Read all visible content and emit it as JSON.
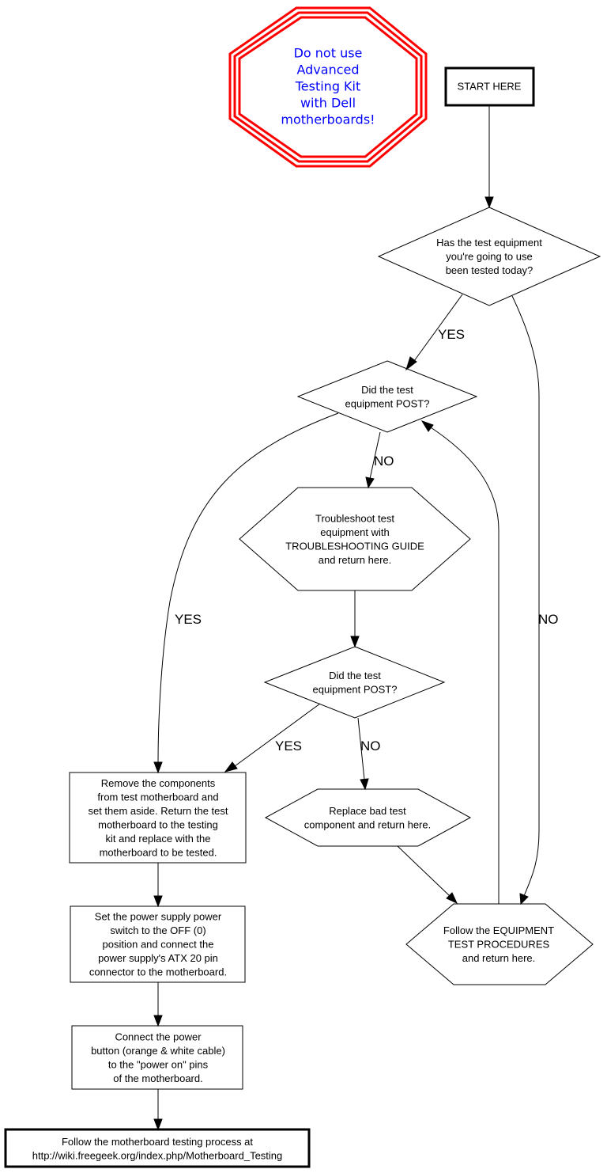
{
  "diagram": {
    "warning": {
      "lines": [
        "Do not use",
        "Advanced",
        "Testing Kit",
        "with Dell",
        "motherboards!"
      ],
      "text_color": "#0000ff",
      "border_color": "#ff0000"
    },
    "nodes": {
      "start": {
        "lines": [
          "START HERE"
        ]
      },
      "tested_today": {
        "lines": [
          "Has the test equipment",
          "you're going to use",
          "been tested today?"
        ]
      },
      "post1": {
        "lines": [
          "Did the test",
          "equipment POST?"
        ]
      },
      "troubleshoot": {
        "lines": [
          "Troubleshoot test",
          "equipment with",
          "TROUBLESHOOTING GUIDE",
          "and return here."
        ]
      },
      "post2": {
        "lines": [
          "Did the test",
          "equipment POST?"
        ]
      },
      "replace": {
        "lines": [
          "Replace bad test",
          "component and return here."
        ]
      },
      "equip_test": {
        "lines": [
          "Follow the EQUIPMENT",
          "TEST PROCEDURES",
          "and return here."
        ]
      },
      "remove": {
        "lines": [
          "Remove the components",
          "from test motherboard and",
          "set them aside. Return the test",
          "motherboard to the testing",
          "kit and replace with the",
          "motherboard to be tested."
        ]
      },
      "power_switch": {
        "lines": [
          "Set the power supply power",
          "switch to the OFF (0)",
          "position and connect the",
          "power supply's ATX 20 pin",
          "connector to the motherboard."
        ]
      },
      "power_button": {
        "lines": [
          "Connect the power",
          "button (orange & white cable)",
          "to the \"power on\" pins",
          "of the motherboard."
        ]
      },
      "final": {
        "lines": [
          "Follow the motherboard testing process at",
          "http://wiki.freegeek.org/index.php/Motherboard_Testing"
        ]
      }
    },
    "edge_labels": {
      "tested_yes": "YES",
      "tested_no": "NO",
      "post1_yes": "YES",
      "post1_no": "NO",
      "post2_yes": "YES",
      "post2_no": "NO"
    }
  }
}
